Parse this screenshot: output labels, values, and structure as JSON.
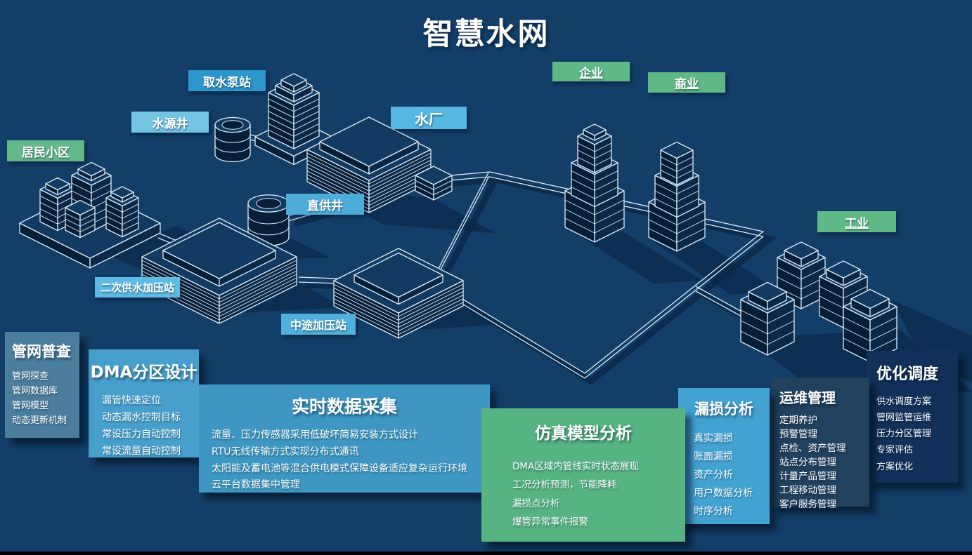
{
  "title": "智慧水网",
  "colors": {
    "background": "#123e68",
    "bottom_bar": "#000000",
    "line": "#d9eaf7"
  },
  "map_labels": [
    {
      "id": "residential-area",
      "text": "居民小区",
      "color": "#63b98a"
    },
    {
      "id": "water-source-well",
      "text": "水源井",
      "color": "#74c4e4"
    },
    {
      "id": "intake-pump-station",
      "text": "取水泵站",
      "color": "#2d96cb"
    },
    {
      "id": "water-plant",
      "text": "水厂",
      "color": "#55b7e2"
    },
    {
      "id": "enterprise",
      "text": "企业",
      "color": "#5eb986"
    },
    {
      "id": "commerce",
      "text": "商业",
      "color": "#5eb986"
    },
    {
      "id": "direct-supply-well",
      "text": "直供井",
      "color": "#4eacd9"
    },
    {
      "id": "secondary-supply-pressure-station",
      "text": "二次供水加压站",
      "color": "#5fbbe3"
    },
    {
      "id": "midway-pressure-station",
      "text": "中途加压站",
      "color": "#4fb0dc"
    },
    {
      "id": "industry",
      "text": "工业",
      "color": "#5eb986"
    }
  ],
  "panels": [
    {
      "id": "pipe-network-survey",
      "title": "管网普查",
      "color": "#4a7e9c",
      "items": [
        "管网探查",
        "管网数据库",
        "管网模型",
        "动态更新机制"
      ]
    },
    {
      "id": "dma-zoning-design",
      "title": "DMA分区设计",
      "color": "#47a0cb",
      "items": [
        "漏管快速定位",
        "动态漏水控制目标",
        "常设压力自动控制",
        "常设流量自动控制"
      ]
    },
    {
      "id": "realtime-data-collection",
      "title": "实时数据采集",
      "color": "#3d97c2",
      "items": [
        "流量、压力传感器采用低破坏简易安装方式设计",
        "RTU无线传输方式实现分布式通讯",
        "太阳能及蓄电池等混合供电模式保障设备适应复杂运行环境",
        "云平台数据集中管理"
      ]
    },
    {
      "id": "simulation-model-analysis",
      "title": "仿真模型分析",
      "color": "#55b482",
      "items": [
        "DMA区域内管线实时状态展现",
        "工况分析预测，节能降耗",
        "漏损点分析",
        "爆管异常事件报警"
      ]
    },
    {
      "id": "leakage-analysis",
      "title": "漏损分析",
      "color": "#42a2d2",
      "items": [
        "真实漏损",
        "账面漏损",
        "资产分析",
        "用户数据分析",
        "时序分析"
      ]
    },
    {
      "id": "operation-maintenance-management",
      "title": "运维管理",
      "color": "#22415e",
      "items": [
        "定期养护",
        "预警管理",
        "点检、资产管理",
        "站点分布管理",
        "计量产品管理",
        "工程移动管理",
        "客户服务管理"
      ]
    },
    {
      "id": "optimal-dispatch",
      "title": "优化调度",
      "color": "#12305a",
      "items": [
        "供水调度方案",
        "管网监管运维",
        "压力分区管理",
        "专家评估",
        "方案优化"
      ]
    }
  ]
}
